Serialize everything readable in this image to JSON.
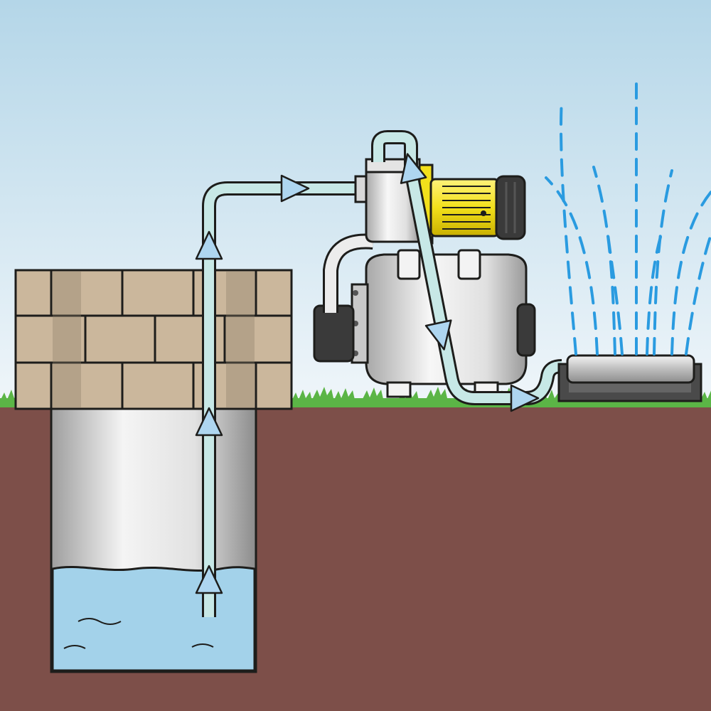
{
  "diagram": {
    "kind": "well-pump-irrigation",
    "flow_direction": "well-to-pump-to-sprinkler",
    "components": [
      "well-shaft",
      "well-water",
      "brick-wall",
      "suction-pipe",
      "garden-pump",
      "pressure-tank",
      "electric-motor",
      "outlet-hose",
      "sprinkler",
      "water-spray",
      "flow-arrows"
    ]
  },
  "colors": {
    "sky_top": "#b4d6e8",
    "sky_bottom": "#f0f6fa",
    "soil": "#7d4f49",
    "grass": "#5bb546",
    "brick": "#cbb79c",
    "brick_shadow": "#8a7a66",
    "water": "#a3d2ea",
    "pipe": "#c7e8e6",
    "arrow": "#aed6f0",
    "steel": "#d8d8d8",
    "motor_yellow": "#f2e01b",
    "motor_dark": "#3a3a3a",
    "spray": "#2a9be0",
    "outline": "#1d1d1b"
  },
  "arrows": {
    "count": 7
  },
  "spray": {
    "jets": 9
  }
}
